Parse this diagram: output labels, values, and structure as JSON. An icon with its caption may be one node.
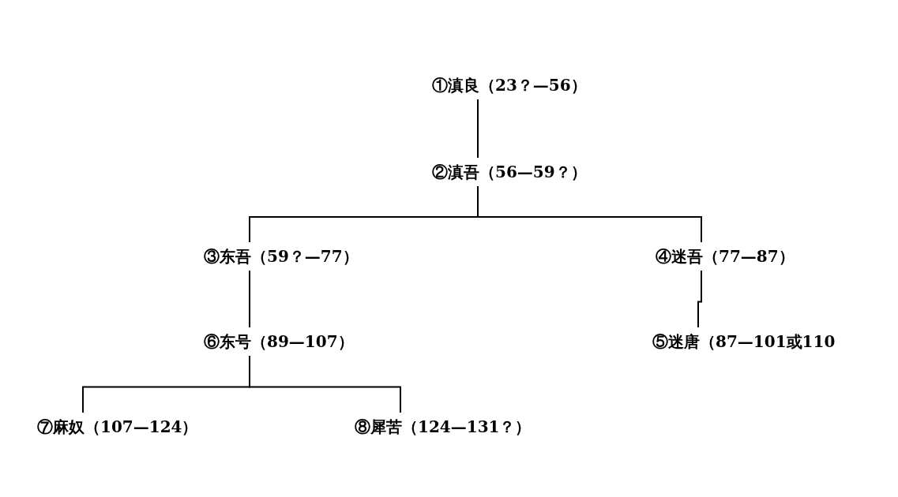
{
  "diagram": {
    "nodes": [
      {
        "text": [
          "①滇良（23？—56）"
        ]
      },
      {
        "text": [
          "②滇吾（56—59？）"
        ]
      },
      {
        "text": [
          "③东吾（59？—77）"
        ]
      },
      {
        "text": [
          "④迷吾（77—87）"
        ]
      },
      {
        "text": [
          "⑥东号（89—107）"
        ]
      },
      {
        "text": [
          "⑤迷唐（87—101或110"
        ]
      },
      {
        "text": [
          "⑦麻奴（107—124）"
        ]
      },
      {
        "text": [
          "⑧犀苦（124—131？）"
        ]
      }
    ],
    "edges": [
      {
        "from": 0,
        "to": 1,
        "arrow": "none"
      },
      {
        "from": 1,
        "to": 2,
        "arrow": "none"
      },
      {
        "from": 1,
        "to": 3,
        "arrow": "none"
      },
      {
        "from": 2,
        "to": 4,
        "arrow": "none"
      },
      {
        "from": 3,
        "to": 5,
        "arrow": "none"
      },
      {
        "from": 4,
        "to": 6,
        "arrow": "none"
      },
      {
        "from": 4,
        "to": 7,
        "arrow": "none"
      }
    ]
  }
}
